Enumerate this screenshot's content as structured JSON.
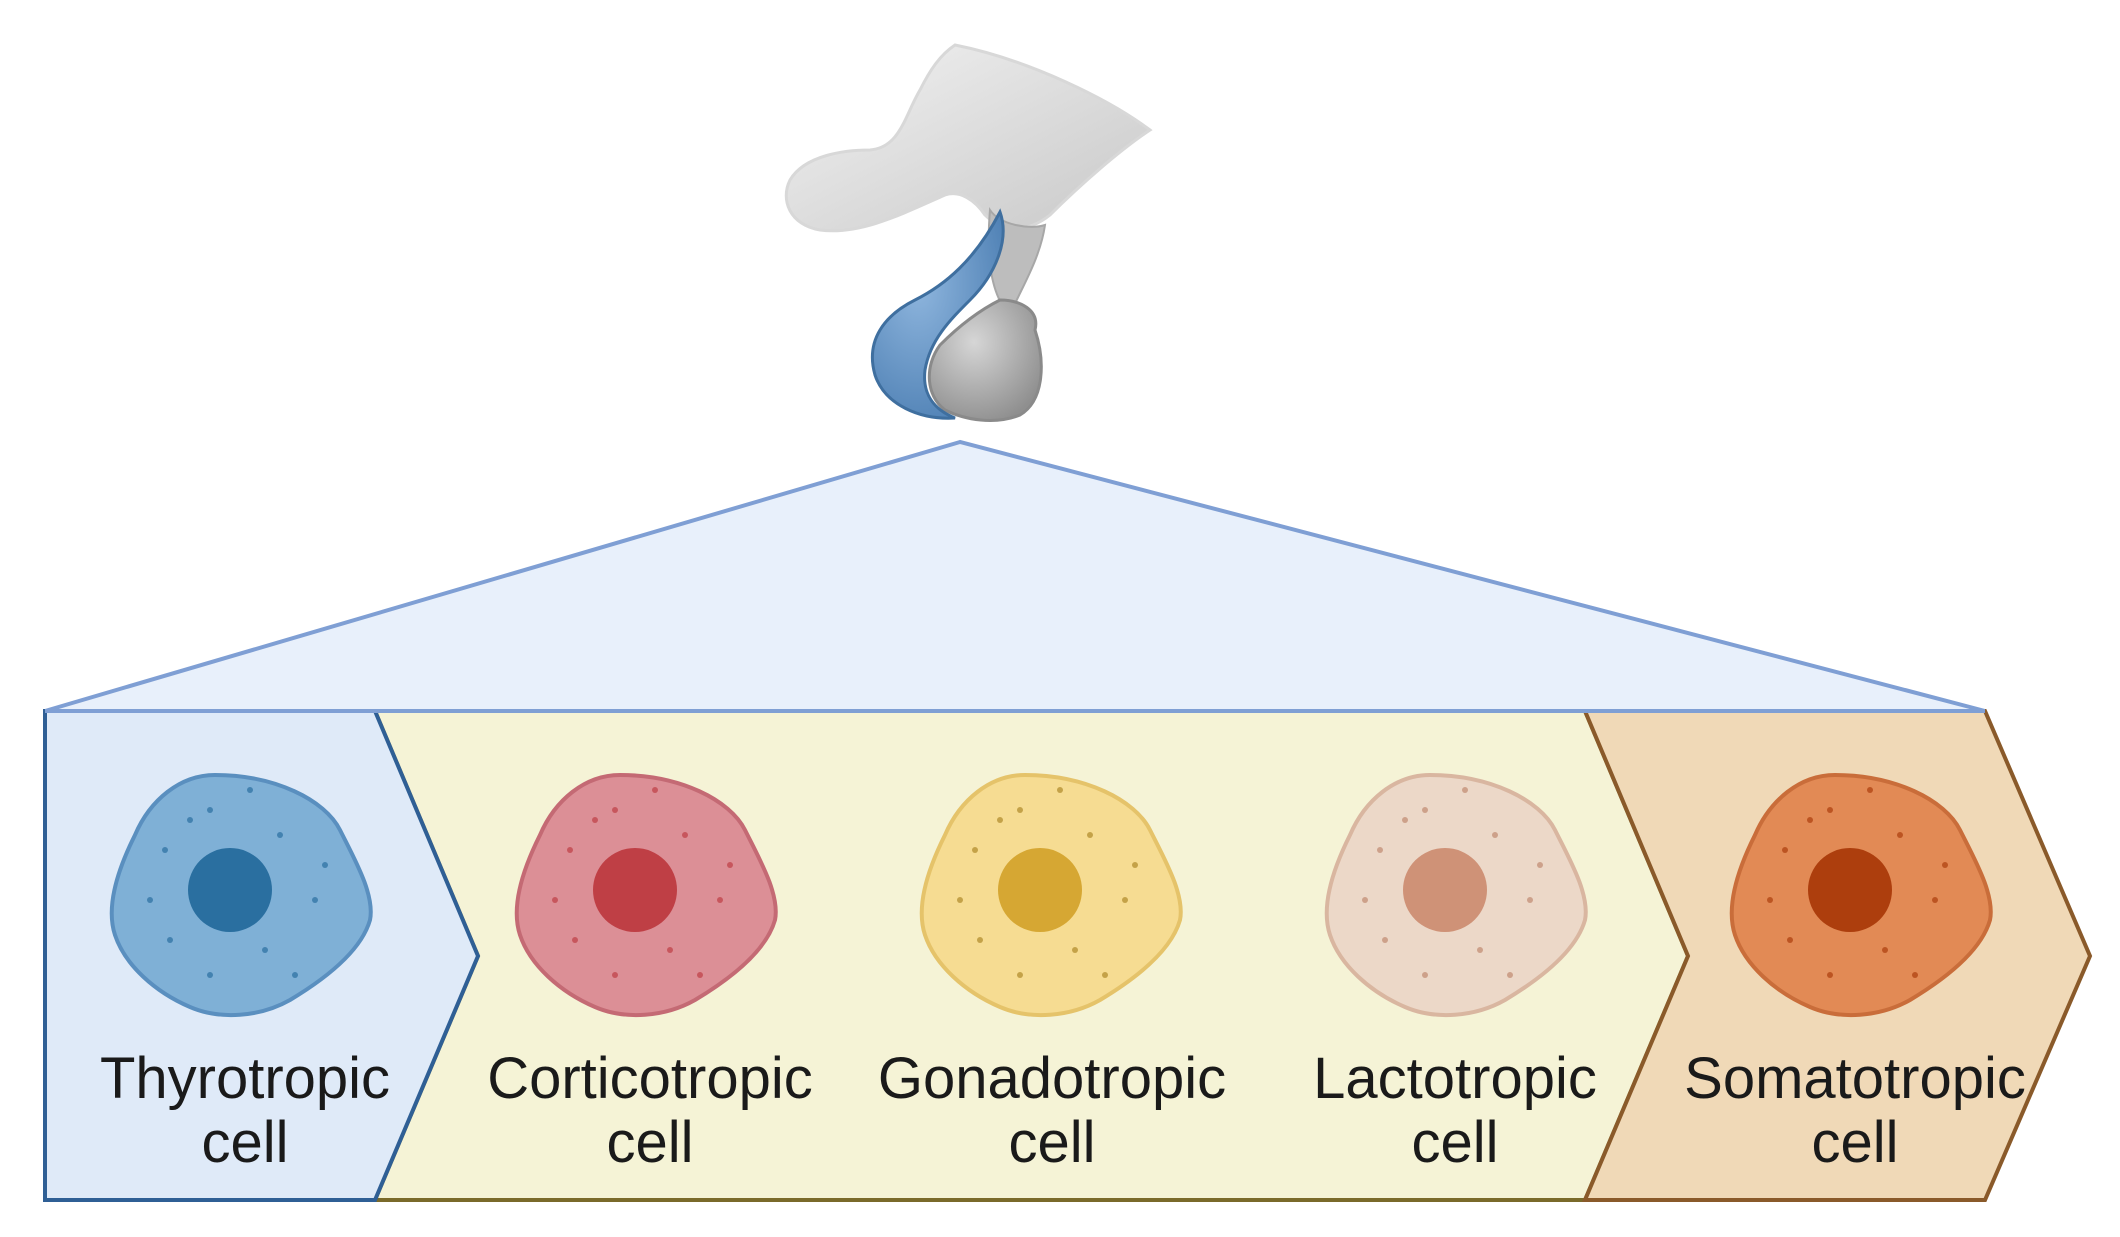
{
  "cells": [
    {
      "line1": "Thyrotropic",
      "line2": "cell",
      "body_color": "#7fb0d6",
      "body_stroke": "#5a8fbf",
      "nucleus_color": "#2a6fa0",
      "panel": "#dfeaf8",
      "panel_stroke": "#2f5f95"
    },
    {
      "line1": "Corticotropic",
      "line2": "cell",
      "body_color": "#dc8f96",
      "body_stroke": "#c46a74",
      "nucleus_color": "#bf3f45",
      "panel": "#f5f3d6",
      "panel_stroke": "#7a6a2a"
    },
    {
      "line1": "Gonadotropic",
      "line2": "cell",
      "body_color": "#f6dc92",
      "body_stroke": "#e5c36a",
      "nucleus_color": "#d6a733",
      "panel": "#f5f3d6",
      "panel_stroke": "#7a6a2a"
    },
    {
      "line1": "Lactotropic",
      "line2": "cell",
      "body_color": "#ecd8c8",
      "body_stroke": "#d9b6a0",
      "nucleus_color": "#cf9277",
      "panel": "#f5f3d6",
      "panel_stroke": "#7a6a2a"
    },
    {
      "line1": "Somatotropic",
      "line2": "cell",
      "body_color": "#e28a55",
      "body_stroke": "#c96d3a",
      "nucleus_color": "#ad3e0d",
      "panel": "#f0d9b7",
      "panel_stroke": "#8a5a2a"
    }
  ],
  "colors": {
    "triangle_fill": "#e8f0fb",
    "triangle_stroke": "#7f9fd4",
    "anterior_lobe": "#6b98c7",
    "posterior_lobe": "#a9a9a9",
    "hypothalamus": "#e3e3e3"
  }
}
